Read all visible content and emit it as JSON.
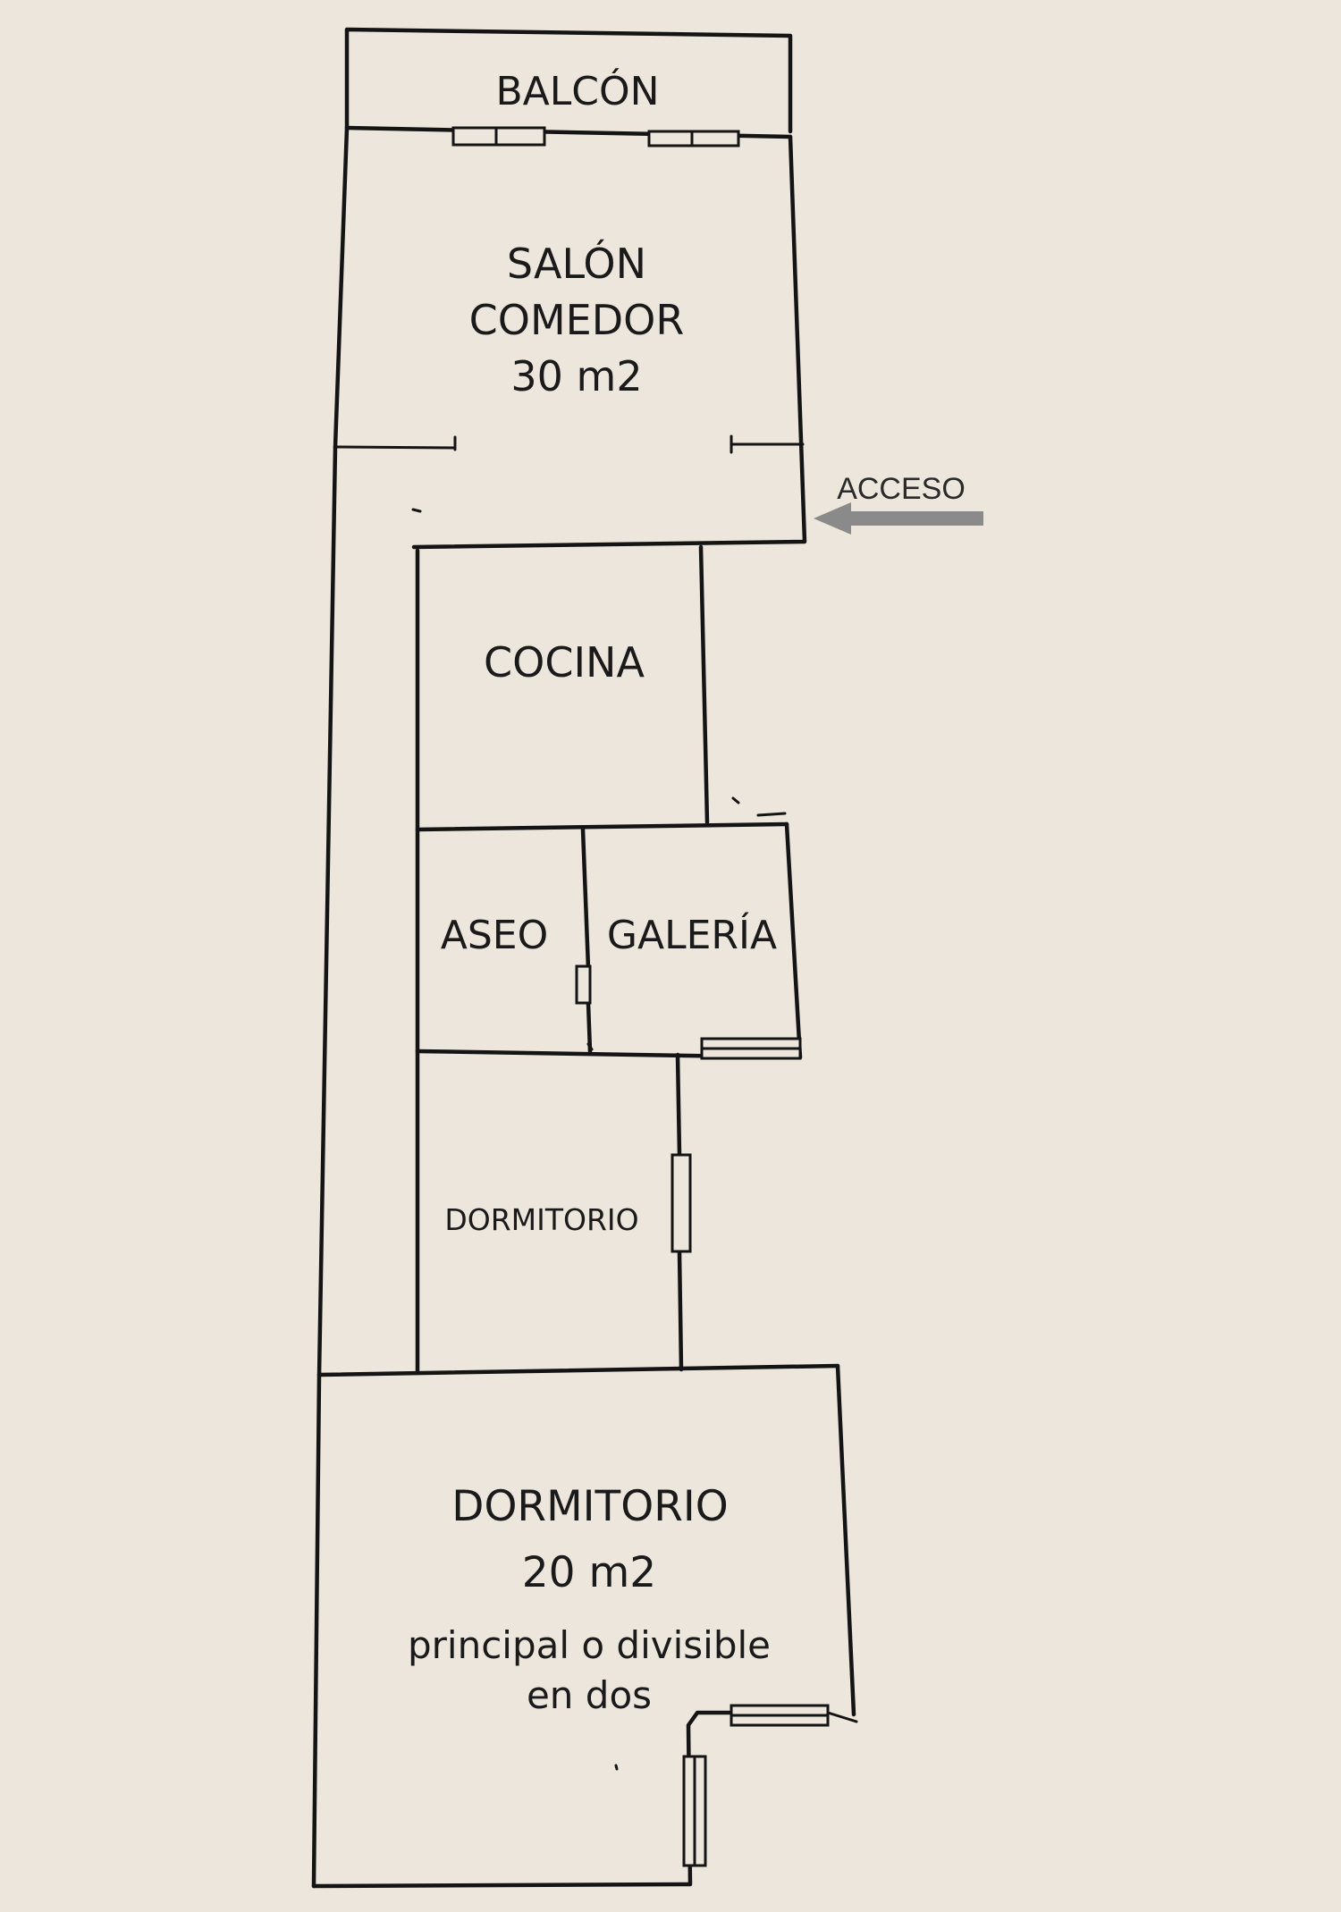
{
  "rooms": {
    "balcon": "BALCÓN",
    "salon_line1": "SALÓN",
    "salon_line2": "COMEDOR",
    "salon_area": "30 m2",
    "cocina": "COCINA",
    "aseo": "ASEO",
    "galeria": "GALERÍA",
    "dormitorio_small": "DORMITORIO",
    "dormitorio_main": "DORMITORIO",
    "dormitorio_main_area": "20 m2",
    "dormitorio_main_note1": "principal o divisible",
    "dormitorio_main_note2": "en dos"
  },
  "access": {
    "label": "ACCESO",
    "arrow_icon": "left-arrow-icon",
    "arrow_color": "#8a8a8a"
  },
  "colors": {
    "paper": "#ede6dd",
    "ink": "#141414"
  }
}
